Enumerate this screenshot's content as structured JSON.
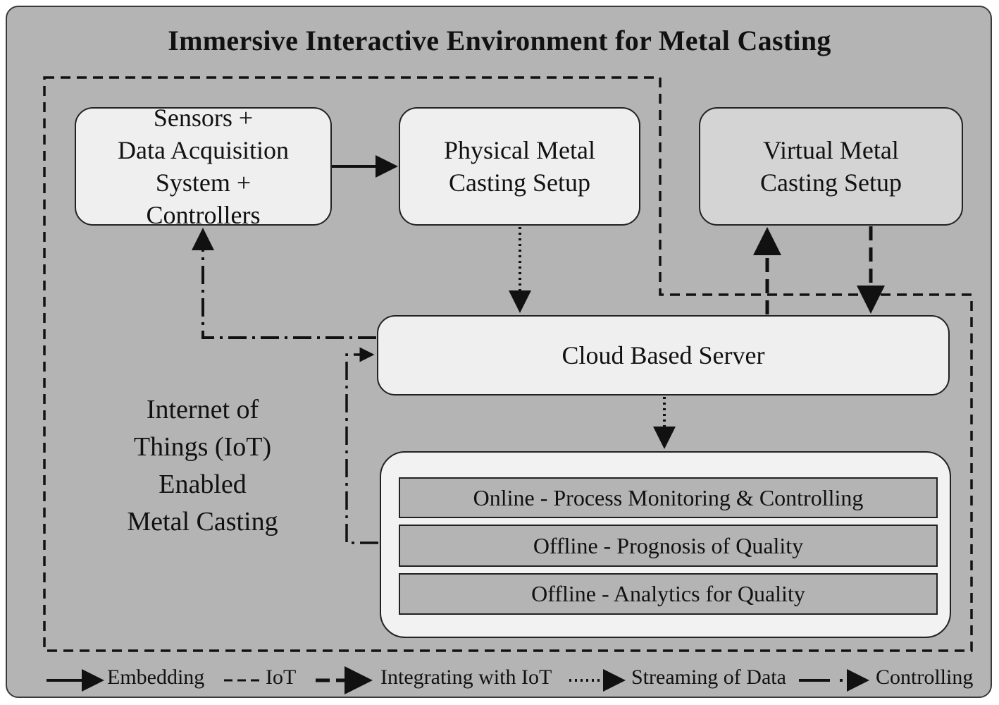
{
  "title": "Immersive Interactive Environment for Metal Casting",
  "boxes": {
    "sensors": [
      "Sensors +",
      "Data Acquisition",
      "System +",
      "Controllers"
    ],
    "physical": [
      "Physical Metal",
      "Casting Setup"
    ],
    "virtual": [
      "Virtual Metal",
      "Casting Setup"
    ],
    "cloud": "Cloud Based Server"
  },
  "modules": [
    "Online - Process Monitoring & Controlling",
    "Offline - Prognosis of Quality",
    "Offline - Analytics for Quality"
  ],
  "iot_label": [
    "Internet of",
    "Things (IoT)",
    "Enabled",
    "Metal Casting"
  ],
  "legend": {
    "embedding": "Embedding",
    "iot": "IoT",
    "integrating": "Integrating with IoT",
    "streaming": "Streaming of Data",
    "controlling": "Controlling"
  },
  "colors": {
    "frame": "#b4b4b4",
    "box_light": "#efefef",
    "box_grey": "#d4d4d4",
    "line": "#111111"
  }
}
